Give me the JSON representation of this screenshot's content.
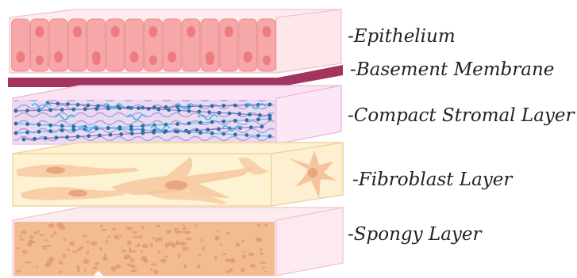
{
  "labels": {
    "epithelium": "-Epithelium",
    "basement_membrane": "-Basement Membrane",
    "compact_stromal": "-Compact Stromal Layer",
    "fibroblast": "-Fibroblast Layer",
    "spongy": "-Spongy Layer"
  },
  "colors": {
    "epithelium_fill": "#f6a7a8",
    "epithelium_nucleus": "#ee7b80",
    "basement_membrane": "#a3345e",
    "stromal_fibers": "#b89ad6",
    "stromal_beads": "#2a6fa1",
    "stromal_cyan": "#38b6e8",
    "fibroblast_box": "#fdf2d2",
    "fibroblast_cell": "#f5c49a",
    "spongy_fill": "#f3bb92",
    "spongy_pores": "#e09a72"
  }
}
